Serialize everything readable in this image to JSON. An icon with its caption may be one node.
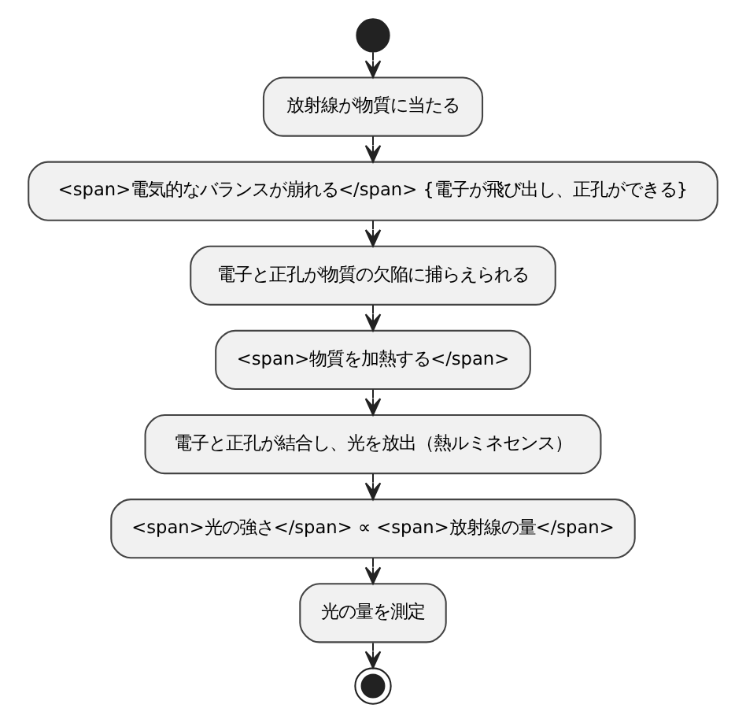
{
  "diagram": {
    "nodes": [
      {
        "text": [],
        "shape": "circle"
      },
      {
        "text": [
          "放射線が物質に当たる"
        ]
      },
      {
        "text": [
          "<span>電気的なバランスが崩れる</span> {電子が飛び出し、正孔ができる}"
        ]
      },
      {
        "text": [
          "電子と正孔が物質の欠陥に捕らえられる"
        ]
      },
      {
        "text": [
          "<span>物質を加熱する</span>"
        ]
      },
      {
        "text": [
          "電子と正孔が結合し、光を放出（熱ルミネセンス）"
        ]
      },
      {
        "text": [
          "<span>光の強さ</span> ∝ <span>放射線の量</span>"
        ]
      },
      {
        "text": [
          "光の量を測定"
        ]
      },
      {
        "text": [],
        "shape": "circle"
      }
    ],
    "edges": [
      {
        "from": 0,
        "to": 1,
        "arrow": "to"
      },
      {
        "from": 1,
        "to": 2,
        "arrow": "to"
      },
      {
        "from": 2,
        "to": 3,
        "arrow": "to"
      },
      {
        "from": 3,
        "to": 4,
        "arrow": "to"
      },
      {
        "from": 4,
        "to": 5,
        "arrow": "to"
      },
      {
        "from": 5,
        "to": 6,
        "arrow": "to"
      },
      {
        "from": 6,
        "to": 7,
        "arrow": "to"
      },
      {
        "from": 7,
        "to": 8,
        "arrow": "to"
      }
    ]
  }
}
